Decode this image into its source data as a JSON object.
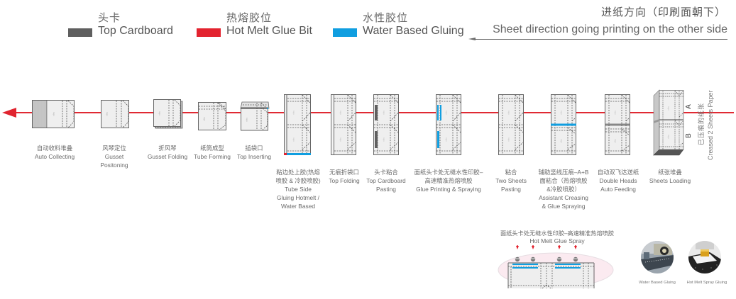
{
  "legend": {
    "items": [
      {
        "zh": "头卡",
        "en": "Top Cardboard",
        "color": "#5f5f5f",
        "icon": "top-cardboard-swatch"
      },
      {
        "zh": "热熔胶位",
        "en": "Hot Melt Glue Bit",
        "color": "#e3232f",
        "icon": "hot-melt-swatch"
      },
      {
        "zh": "水性胶位",
        "en": "Water Based Gluing",
        "color": "#109ee0",
        "icon": "water-based-swatch"
      }
    ]
  },
  "direction": {
    "zh": "进纸方向（印刷面朝下）",
    "en": "Sheet direction going printing on the other side",
    "icon": "arrow-left-icon"
  },
  "colors": {
    "process_line": "#e02a33",
    "hot_melt": "#e3232f",
    "water_based": "#109ee0",
    "top_cardboard": "#5f5f5f",
    "paper_fill": "#eeeeee",
    "paper_edge": "#666666"
  },
  "process": {
    "flow_direction": "right-to-left",
    "stations": [
      {
        "id": "auto-collecting",
        "zh": "自动收料堆叠",
        "en": [
          "Auto Collecting"
        ]
      },
      {
        "id": "gusset-positioning",
        "zh": "风琴定位",
        "en": [
          "Gusset",
          "Positoning"
        ]
      },
      {
        "id": "gusset-folding",
        "zh": "折风琴",
        "en": [
          "Gusset Folding"
        ]
      },
      {
        "id": "tube-forming",
        "zh": "纸筒成型",
        "en": [
          "Tube Forming"
        ]
      },
      {
        "id": "top-inserting",
        "zh": "插袋口",
        "en": [
          "Top Inserting"
        ]
      },
      {
        "id": "tube-side-gluing",
        "zh": "粘边处上胶(热熔",
        "zh2": "喷胶 & 冷胶喷胶)",
        "en": [
          "Tube Side",
          "Gluing Hotmelt /",
          "Water Based"
        ]
      },
      {
        "id": "top-folding",
        "zh": "无痕折袋口",
        "en": [
          "Top Folding"
        ]
      },
      {
        "id": "top-cardboard-pasting",
        "zh": "头卡粘合",
        "en": [
          "Top Cardboard",
          "Pasting"
        ]
      },
      {
        "id": "glue-printing-spraying",
        "zh": "面纸头卡处无缝水性印胶–",
        "zh2": "高速精准热熔喷胶",
        "en": [
          "Glue Printing & Spraying"
        ]
      },
      {
        "id": "two-sheets-pasting",
        "zh": "粘合",
        "en": [
          "Two Sheets",
          "Pasting"
        ]
      },
      {
        "id": "assistant-creasing",
        "zh": "辅助竖线压痕–A+B",
        "zh2": "面粘合（热熔喷胶",
        "zh3": "&冷胶喷胶）",
        "en": [
          "Assistant Creasing",
          "& Glue Spraying"
        ]
      },
      {
        "id": "double-heads-feeding",
        "zh": "自动双飞达送纸",
        "en": [
          "Double Heads",
          "Auto Feeding"
        ]
      },
      {
        "id": "sheets-loading",
        "zh": "纸张堆叠",
        "en": [
          "Sheets Loading"
        ]
      }
    ],
    "sheet_labels": {
      "a": "A",
      "b": "B"
    },
    "creased_label": {
      "zh": "已压痕的纸张",
      "en": "Creased 2 Sheets Paper"
    }
  },
  "detail": {
    "title_zh": "面纸头卡处无缝水性印胶–高速精准热熔喷胶",
    "title_en": "Hot Melt Glue Spray",
    "nozzle_count": 4
  },
  "photos": [
    {
      "caption": "Water Based Gluing",
      "icon": "water-based-gluing-photo"
    },
    {
      "caption": "Hot Melt Spray Gluing",
      "icon": "hot-melt-spray-gluing-photo"
    }
  ]
}
